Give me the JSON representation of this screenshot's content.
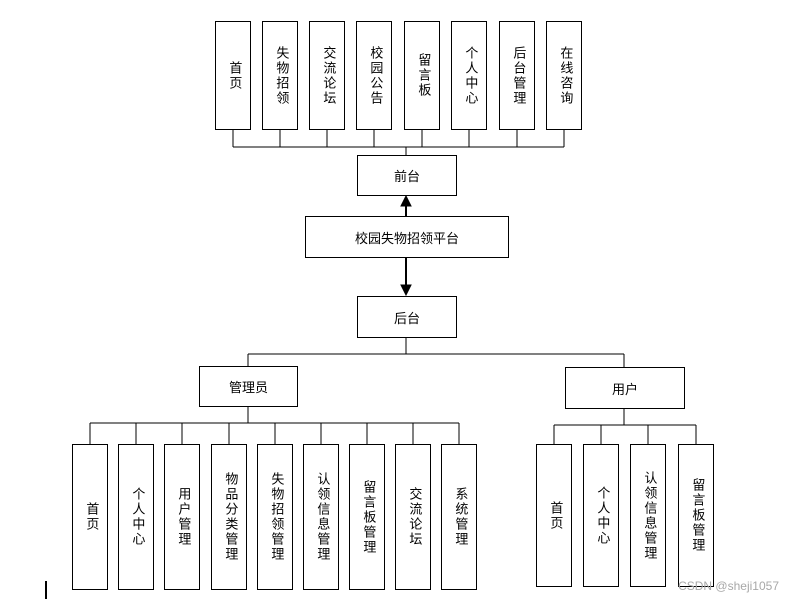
{
  "frontend": {
    "label": "前台",
    "items": [
      "首页",
      "失物招领",
      "交流论坛",
      "校园公告",
      "留言板",
      "个人中心",
      "后台管理",
      "在线咨询"
    ]
  },
  "platform": {
    "label": "校园失物招领平台"
  },
  "backend": {
    "label": "后台"
  },
  "admin": {
    "label": "管理员",
    "items": [
      "首页",
      "个人中心",
      "用户管理",
      "物品分类管理",
      "失物招领管理",
      "认领信息管理",
      "留言板管理",
      "交流论坛",
      "系统管理"
    ]
  },
  "user": {
    "label": "用户",
    "items": [
      "首页",
      "个人中心",
      "认领信息管理",
      "留言板管理"
    ]
  },
  "watermark": "CSDN @sheji1057"
}
